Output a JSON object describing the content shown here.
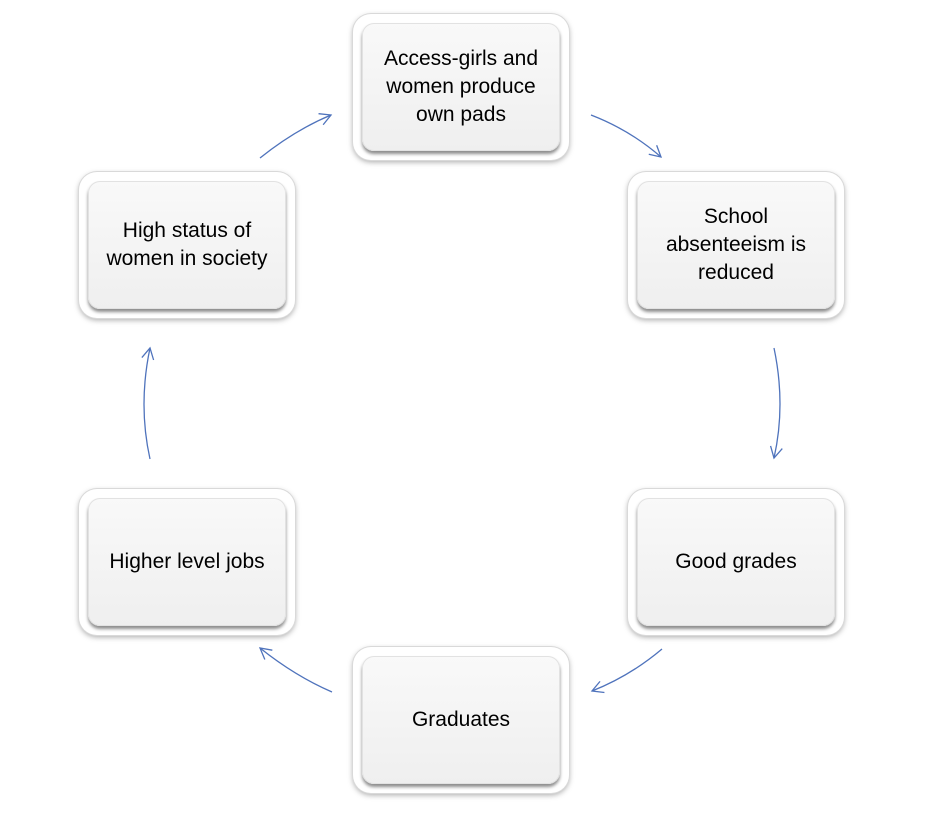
{
  "diagram": {
    "type": "cycle",
    "nodes": [
      {
        "id": "n1",
        "label": "Access-girls and women produce own pads"
      },
      {
        "id": "n2",
        "label": "School absenteeism is reduced"
      },
      {
        "id": "n3",
        "label": "Good grades"
      },
      {
        "id": "n4",
        "label": "Graduates"
      },
      {
        "id": "n5",
        "label": "Higher level jobs"
      },
      {
        "id": "n6",
        "label": "High status of women in society"
      }
    ],
    "edges": [
      {
        "from": "n1",
        "to": "n2"
      },
      {
        "from": "n2",
        "to": "n3"
      },
      {
        "from": "n3",
        "to": "n4"
      },
      {
        "from": "n4",
        "to": "n5"
      },
      {
        "from": "n5",
        "to": "n6"
      },
      {
        "from": "n6",
        "to": "n1"
      }
    ],
    "arrow_color": "#4f73bc"
  }
}
